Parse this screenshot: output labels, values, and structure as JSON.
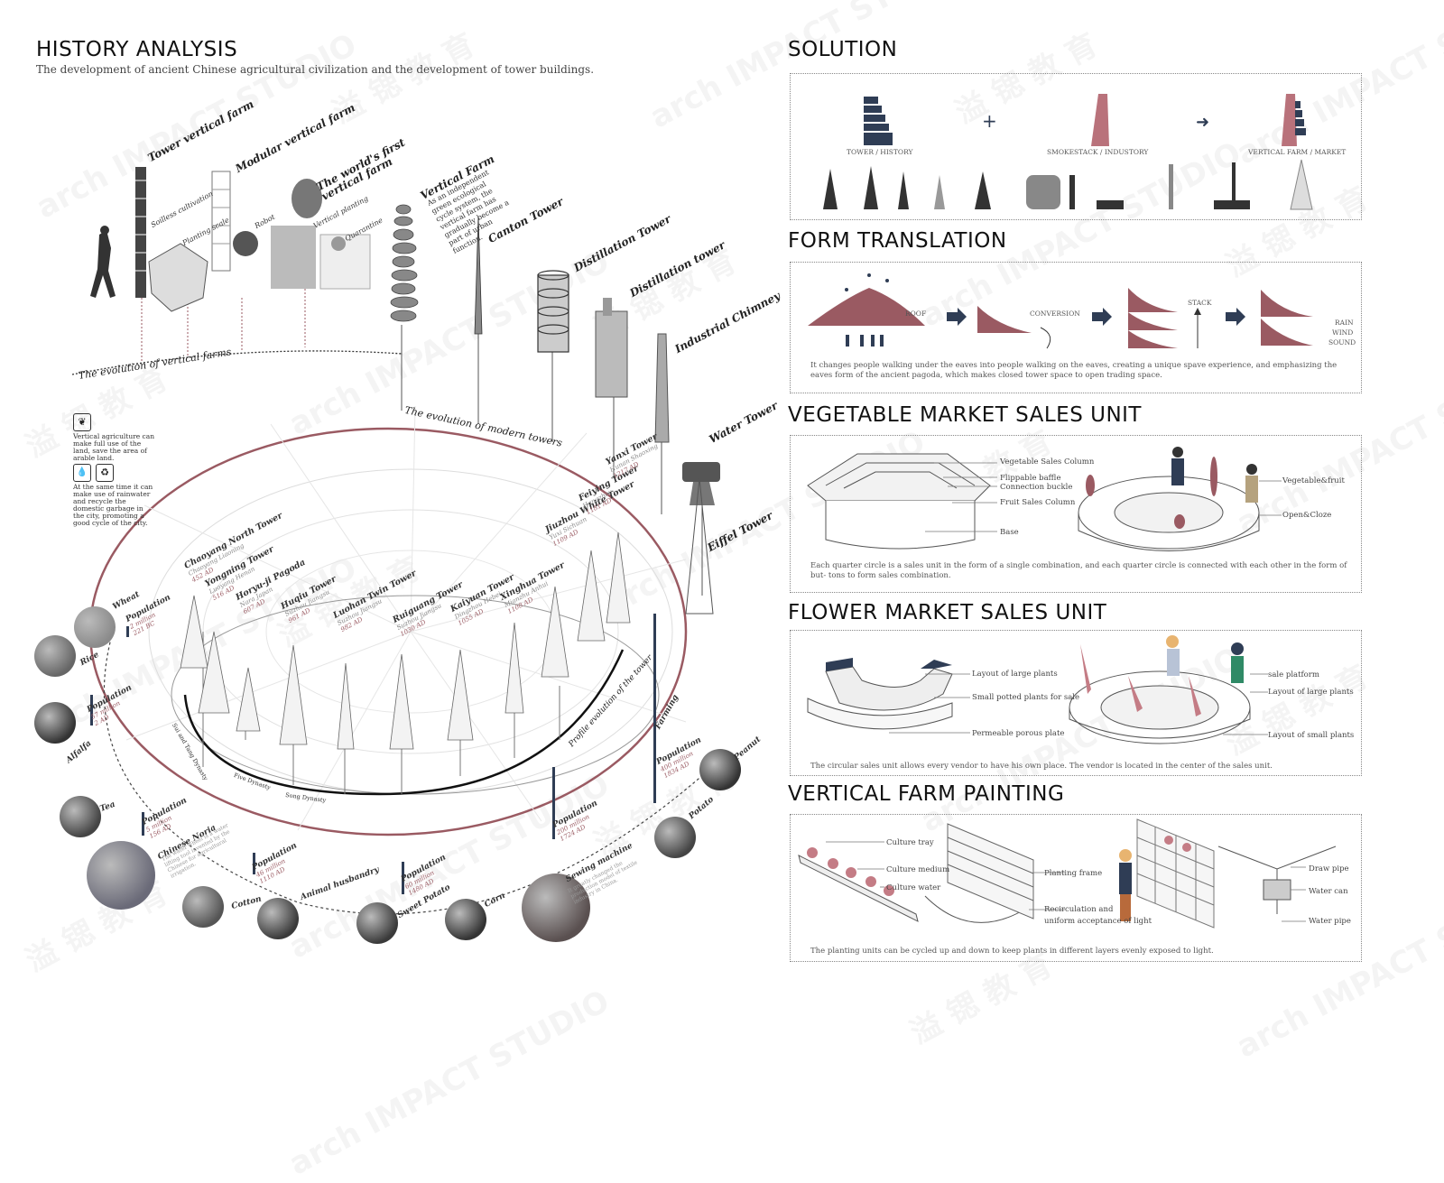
{
  "left": {
    "title": "HISTORY ANALYSIS",
    "subtitle": "The development of ancient Chinese agricultural civilization and the development of tower buildings.",
    "farms_arc_label": "The evolution of vertical farms",
    "towers_arc_label": "The evolution of modern towers",
    "profile_label": "Profile evolution of the tower",
    "farm_labels": {
      "tower_vertical_farm": "Tower vertical farm",
      "modular_vertical_farm": "Modular vertical farm",
      "worlds_first": "The world's first vertical farm",
      "vertical_farm": "Vertical Farm",
      "vertical_farm_desc": "As an independent green ecological cycle system, the vertical farm has gradually become a part of urban function.",
      "soilless": "Soilless cultivation",
      "planting_scale": "Planting scale",
      "robot": "Robot",
      "vertical_planting": "Vertical planting",
      "quarantine": "Quarantine"
    },
    "modern_towers": [
      "Canton Tower",
      "Distillation Tower",
      "Distillation tower",
      "Industrial Chimney",
      "Water Tower",
      "Eiffel Tower"
    ],
    "ancient_towers": [
      {
        "name": "Chaoyang North Tower",
        "place": "Chaoyang Liaoning",
        "year": "452 AD"
      },
      {
        "name": "Yongning Tower",
        "place": "Luoyang Henan",
        "year": "516 AD"
      },
      {
        "name": "Horyu-ji Pagoda",
        "place": "Nara Japan",
        "year": "607 AD"
      },
      {
        "name": "Huqiu Tower",
        "place": "Suzhou Jiangsu",
        "year": "961 AD"
      },
      {
        "name": "Luohan Twin Tower",
        "place": "Suzhou Jiangsu",
        "year": "982 AD"
      },
      {
        "name": "Ruiguang Tower",
        "place": "Suzhou Jiangsu",
        "year": "1030 AD"
      },
      {
        "name": "Kaiyuan Tower",
        "place": "Dingzhou Hebei",
        "year": "1055 AD"
      },
      {
        "name": "Xinghua Tower",
        "place": "Mianzhu Anhui",
        "year": "1108 AD"
      },
      {
        "name": "Jiuzhou White Tower",
        "place": "Yuxi Sichuan",
        "year": "1109 AD"
      },
      {
        "name": "Feiying Tower",
        "place": "Hangzhou",
        "year": "1181 AD"
      },
      {
        "name": "Yanxi Tower",
        "place": "Hunan Shaoxing",
        "year": "1217 AD"
      }
    ],
    "dynasties": [
      "Sui and Tang Dynasty",
      "Five Dynasty",
      "Song Dynasty"
    ],
    "populations": [
      {
        "label": "Population",
        "value": "2 million",
        "year": "221 BC"
      },
      {
        "label": "Population",
        "value": "57 million",
        "year": "2 AD"
      },
      {
        "label": "Population",
        "value": "5 million",
        "year": "156 AD"
      },
      {
        "label": "Population",
        "value": "46 million",
        "year": "1110 AD"
      },
      {
        "label": "Population",
        "value": "60 million",
        "year": "1480 AD"
      },
      {
        "label": "Population",
        "value": "200 million",
        "year": "1724 AD"
      },
      {
        "label": "Population",
        "value": "400 million",
        "year": "1834 AD"
      }
    ],
    "crops": [
      "Wheat",
      "Rice",
      "Alfalfa",
      "Tea",
      "Chinese Noria",
      "Cotton",
      "Animal husbandry",
      "Sweet Potato",
      "Corn",
      "Sewing machine",
      "Potato",
      "Peanut",
      "Farming"
    ],
    "noria_desc": "The water wheel is a water lifting tool invented by the Chinese for agricultural irrigation.",
    "sewing_desc": "It greatly changed the production model of textile industry in China.",
    "icon_notes": [
      "Vertical agriculture can make full use of the land, save the area of arable land.",
      "At the same time it can make use of rainwater and recycle the domestic garbage in the city, promoting a good cycle of the city."
    ]
  },
  "solution": {
    "title": "SOLUTION",
    "labels": [
      "TOWER / HISTORY",
      "SMOKESTACK / INDUSTORY",
      "VERTICAL FARM / MARKET"
    ],
    "plus": "+",
    "arrow": "➜"
  },
  "form": {
    "title": "FORM TRANSLATION",
    "labels": [
      "ROOF",
      "CONVERSION",
      "STACK",
      "RAIN",
      "WIND",
      "SOUND"
    ],
    "caption": "It changes people walking under the eaves into people walking on the eaves,  creating a unique spave experience, and emphasizing the eaves form of the ancient pagoda, which makes closed tower space to open trading space."
  },
  "veg": {
    "title": "VEGETABLE MARKET SALES UNIT",
    "labels": [
      "Vegetable Sales Column",
      "Flippable baffle",
      "Connection buckle",
      "Fruit Sales Column",
      "Base",
      "Vegetable&fruit",
      "Open&Cloze"
    ],
    "caption": "Each quarter circle is a sales unit in the form of a single combination, and each quarter circle is connected with each other in the form of but- tons to form sales combination."
  },
  "flower": {
    "title": "FLOWER MARKET SALES UNIT",
    "labels": [
      "Layout of large plants",
      "Small potted plants for sale",
      "Permeable porous plate",
      "sale platform",
      "Layout of large plants",
      "Layout of small plants"
    ],
    "caption": "The circular sales unit allows every vendor to have his own place. The vendor is located in the center of the sales unit."
  },
  "painting": {
    "title": "VERTICAL FARM PAINTING",
    "labels": [
      "Culture tray",
      "Culture medium",
      "Culture water",
      "Planting frame",
      "Recirculation and",
      "uniform acceptance of light",
      "Draw pipe",
      "Water can",
      "Water pipe"
    ],
    "caption": "The planting units can be cycled up and down to keep plants in different layers evenly exposed to light."
  },
  "watermark": [
    "arch IMPACT STUDIO",
    "溢 锶 教 育"
  ],
  "colors": {
    "accent": "#9a5a62",
    "navy": "#2f3d55",
    "pink": "#b9727b"
  }
}
